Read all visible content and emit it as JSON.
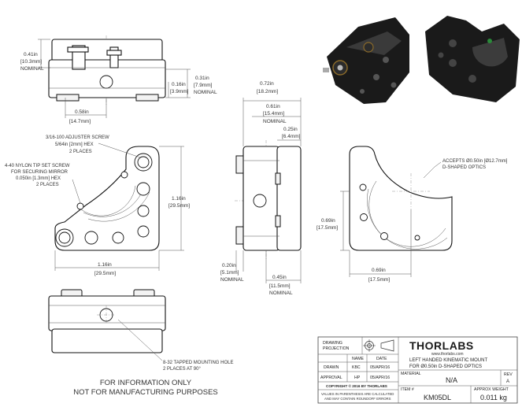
{
  "dimensions": {
    "top_height": "0.41in",
    "top_height_mm": "[10.3mm]",
    "nominal": "NOMINAL",
    "side_031": "0.31in",
    "side_031_mm": "[7.9mm]",
    "side_016": "0.16in",
    "side_016_mm": "[3.9mm]",
    "top_width": "0.58in",
    "top_width_mm": "[14.7mm]",
    "side_072": "0.72in",
    "side_072_mm": "[18.2mm]",
    "side_061": "0.61in",
    "side_061_mm": "[15.4mm]",
    "side_025": "0.25in",
    "side_025_mm": "[6.4mm]",
    "front_height": "1.16in",
    "front_height_mm": "[29.5mm]",
    "front_width": "1.16in",
    "front_width_mm": "[29.5mm]",
    "side_020": "0.20in",
    "side_020_mm": "[5.1mm]",
    "side_045": "0.45in",
    "side_045_mm": "[11.5mm]",
    "right_v": "0.69in",
    "right_v_mm": "[17.5mm]",
    "right_h": "0.69in",
    "right_h_mm": "[17.5mm]"
  },
  "notes": {
    "adjuster_1": "3/16-100 ADJUSTER SCREW",
    "adjuster_2": "5/64in [2mm] HEX",
    "adjuster_3": "2 PLACES",
    "setscrew_1": "4-40 NYLON TIP SET SCREW",
    "setscrew_2": "FOR SECURING MIRROR",
    "setscrew_3": "0.050in [1.3mm] HEX",
    "setscrew_4": "2 PLACES",
    "accepts_1": "ACCEPTS Ø0.50in [Ø12.7mm]",
    "accepts_2": "D-SHAPED OPTICS",
    "tapped_1": "8-32 TAPPED MOUNTING HOLE",
    "tapped_2": "2 PLACES AT 90°"
  },
  "info": {
    "line1": "FOR INFORMATION ONLY",
    "line2": "NOT FOR MANUFACTURING PURPOSES"
  },
  "titleblock": {
    "drawing": "DRAWING",
    "projection": "PROJECTION",
    "name_hdr": "NAME",
    "date_hdr": "DATE",
    "drawn_label": "DRAWN",
    "drawn_name": "KBC",
    "drawn_date": "05/APR/16",
    "approval_label": "APPROVAL",
    "approval_name": "HP",
    "approval_date": "05/APR/16",
    "copyright": "COPYRIGHT © 2016 BY THORLABS",
    "values_1": "VALUES IN PARENTHESIS ARE CALCULATED",
    "values_2": "AND MAY CONTAIN ROUNDOFF ERRORS",
    "logo": "THORLABS",
    "website": "www.thorlabs.com",
    "title_1": "LEFT HANDED KINEMATIC MOUNT",
    "title_2": "FOR Ø0.50in D-SHAPED OPTICS",
    "material_label": "MATERIAL",
    "material": "N/A",
    "rev_label": "REV",
    "rev": "A",
    "item_label": "ITEM #",
    "item": "KM05DL",
    "weight_label": "APPROX WEIGHT",
    "weight": "0.011 kg"
  }
}
